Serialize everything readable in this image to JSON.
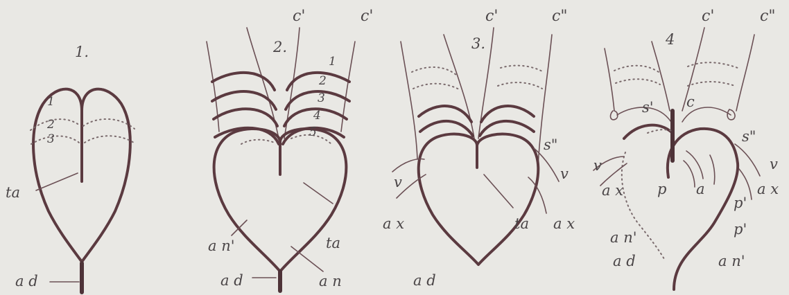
{
  "panels": {
    "p1": {
      "number": "1.",
      "arches": [
        "1",
        "2",
        "3"
      ],
      "labels": {
        "ta": "ta",
        "ad": "a d"
      }
    },
    "p2": {
      "number": "2.",
      "top": [
        "c'",
        "c'"
      ],
      "arches": [
        "1",
        "2",
        "3",
        "4",
        "5"
      ],
      "labels": {
        "anp": "a n'",
        "ta": "ta",
        "ad": "a d",
        "an": "a n"
      }
    },
    "p3": {
      "number": "3.",
      "top": [
        "c'",
        "c\""
      ],
      "labels": {
        "sdd": "s\"",
        "vL": "v",
        "vR": "v",
        "axL": "a x",
        "axR": "a x",
        "ta": "ta",
        "ad": "a d"
      }
    },
    "p4": {
      "number": "4",
      "top": [
        "c'",
        "c\""
      ],
      "labels": {
        "s1": "s'",
        "c": "c",
        "s2": "s\"",
        "vL": "v",
        "vR": "v",
        "axL": "a x",
        "axR": "a x",
        "p": "p",
        "a": "a",
        "pp": "p'",
        "pp2": "p'",
        "an": "a n'",
        "ad": "a d",
        "anp": "a n'"
      }
    }
  }
}
